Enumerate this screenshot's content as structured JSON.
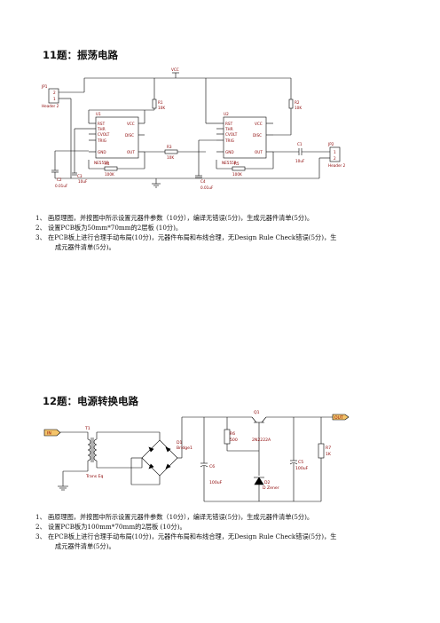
{
  "q11": {
    "title": "11题：振荡电路",
    "reqs": [
      "1、 画原理图，并按图中所示设置元器件参数（10分），编译无错误(5分)，生成元器件清单(5分)。",
      "2、 设置PCB板为50mm*70mm的2层板 (10分)。",
      "3、 在PCB板上进行合理手动布局(10分)，元器件布局和布线合理，无Design Rule Check错误(5分)，生",
      "成元器件清单(5分)。"
    ],
    "schematic": {
      "vcc": "VCC",
      "jp1": "JP1",
      "jp1_name": "Header 2",
      "jp1_pins": [
        "2",
        "1"
      ],
      "jp2": "JP2",
      "jp2_name": "Header 2",
      "jp2_pins": [
        "1",
        "2"
      ],
      "u1": "U1",
      "u1_part": "NE555P",
      "u2": "U2",
      "u2_part": "NE555P",
      "pins_left": [
        "RST",
        "THR",
        "CVOLT",
        "TRIG",
        "GND"
      ],
      "pins_right": [
        "VCC",
        "DISC",
        "OUT"
      ],
      "r1": "R1",
      "r1_val": "10K",
      "r2": "R2",
      "r2_val": "10K",
      "r3": "R3",
      "r3_val": "10K",
      "r4": "R4",
      "r4_val": "100K",
      "r5": "R5",
      "r5_val": "100K",
      "c1": "C1",
      "c1_val": "10uF",
      "c2": "C2",
      "c2_val": "0.01uF",
      "c3": "C3",
      "c3_val": "10uF",
      "c4": "C4",
      "c4_val": "0.01uF"
    }
  },
  "q12": {
    "title": "12题：电源转换电路",
    "reqs": [
      "1、 画原理图，并按图中所示设置元器件参数（10分），编译无错误(5分)，生成元器件清单(5分)。",
      "2、 设置PCB板为100mm*70mm的2层板 (10分)。",
      "3、 在PCB板上进行合理手动布局(10分)，元器件布局和布线合理，无Design Rule Check错误(5分)，生",
      "成元器件清单(5分)。"
    ],
    "schematic": {
      "in_port": "IN",
      "out_port": "OUT",
      "t1": "T1",
      "t1_name": "Trans Eq",
      "d1": "D1",
      "d1_name": "Bridge1",
      "c5": "C5",
      "c5_val": "100uF",
      "c6": "C6",
      "c6_val": "100uF",
      "r6": "R6",
      "r6_val": "500",
      "r7": "R7",
      "r7_val": "1K",
      "q1": "Q1",
      "q1_name": "2N2222A",
      "d2": "D2",
      "d2_name": "D Zener"
    }
  }
}
